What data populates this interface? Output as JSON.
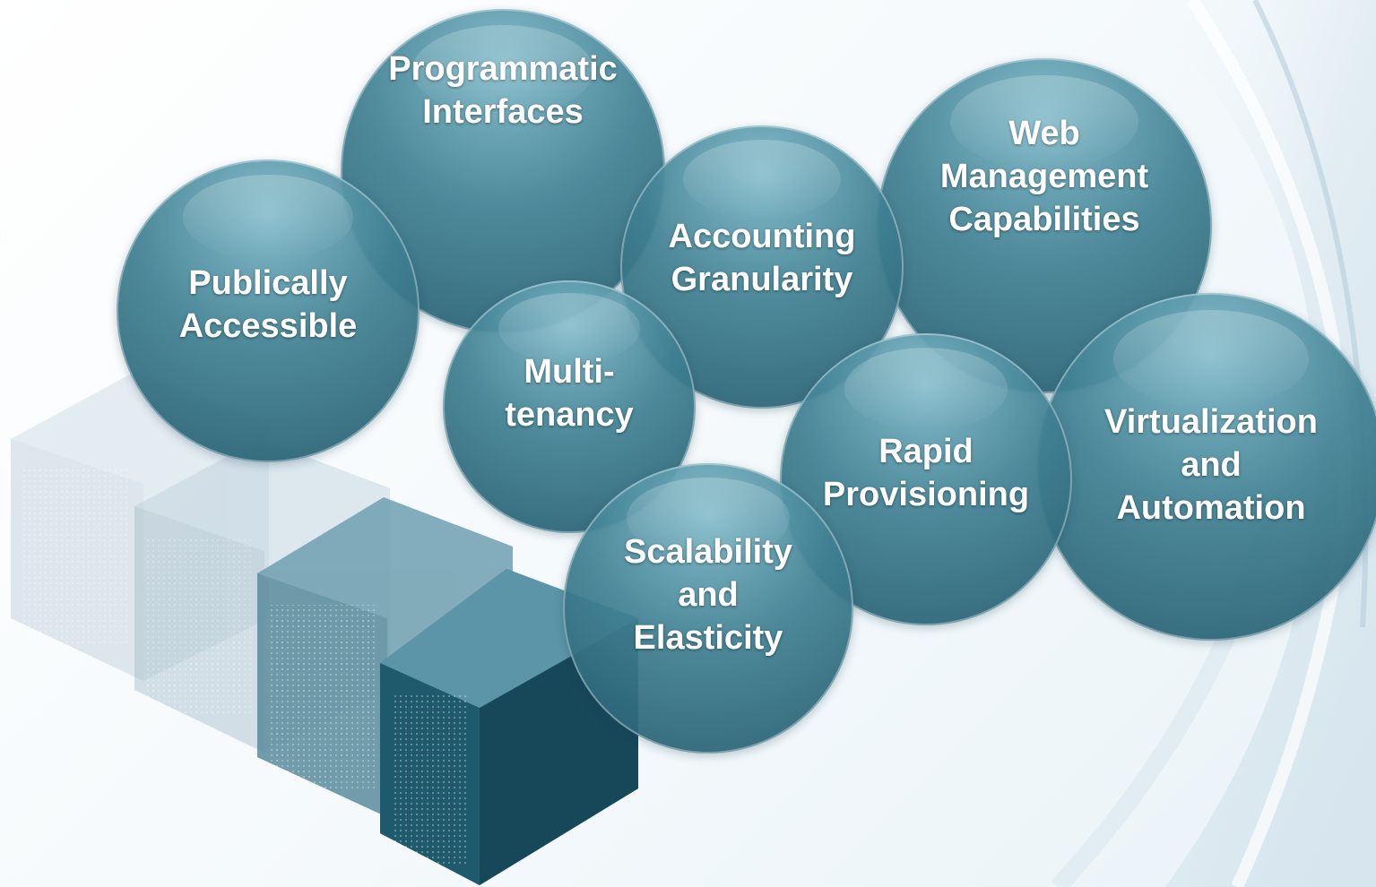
{
  "diagram": {
    "bubbles": [
      {
        "id": "programmatic-interfaces",
        "label": "Programmatic\nInterfaces"
      },
      {
        "id": "web-management-capabilities",
        "label": "Web\nManagement\nCapabilities"
      },
      {
        "id": "publically-accessible",
        "label": "Publically\nAccessible"
      },
      {
        "id": "accounting-granularity",
        "label": "Accounting\nGranularity"
      },
      {
        "id": "multi-tenancy",
        "label": "Multi-\ntenancy"
      },
      {
        "id": "rapid-provisioning",
        "label": "Rapid\nProvisioning"
      },
      {
        "id": "virtualization-and-automation",
        "label": "Virtualization\nand\nAutomation"
      },
      {
        "id": "scalability-and-elasticity",
        "label": "Scalability\nand\nElasticity"
      }
    ],
    "server_icon": "server-tower-icon",
    "colors": {
      "bubble_dark": "#255c6e",
      "bubble_mid": "#3f8092",
      "bubble_light": "#7ab6c6",
      "server_dark": "#1f5a6c",
      "server_light": "#d7e3ea"
    }
  }
}
